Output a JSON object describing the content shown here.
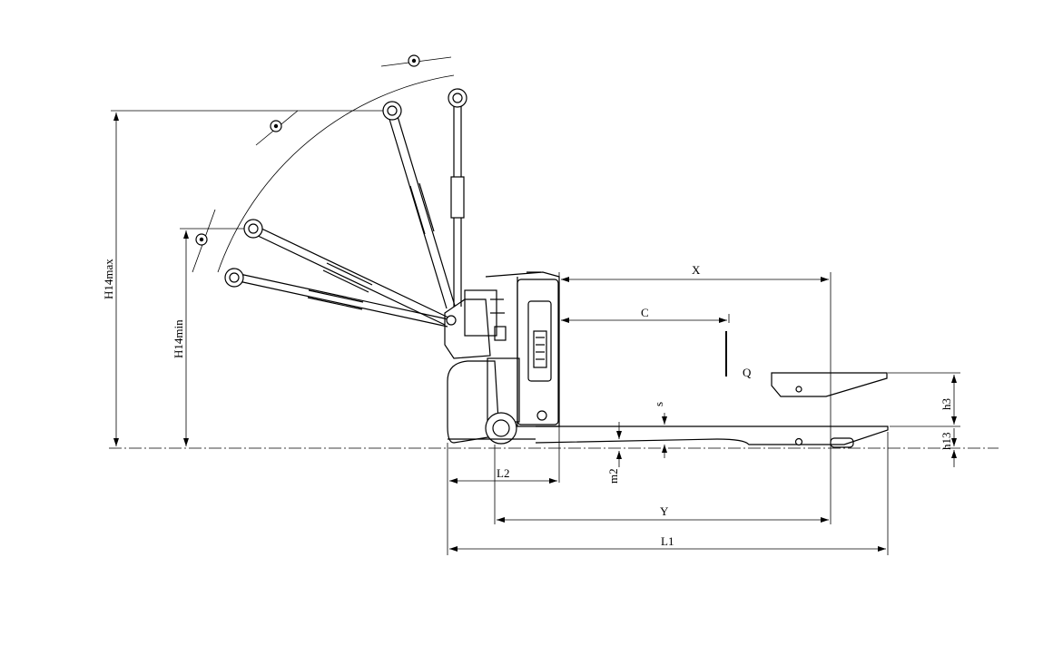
{
  "labels": {
    "x": "X",
    "c": "C",
    "q": "Q",
    "s": "s",
    "h3": "h3",
    "h13": "h13",
    "m2": "m2",
    "l2": "L2",
    "y": "Y",
    "l1": "L1",
    "h14max": "H14max",
    "h14min": "H14min"
  },
  "colors": {
    "line": "#000000",
    "background": "#ffffff"
  }
}
